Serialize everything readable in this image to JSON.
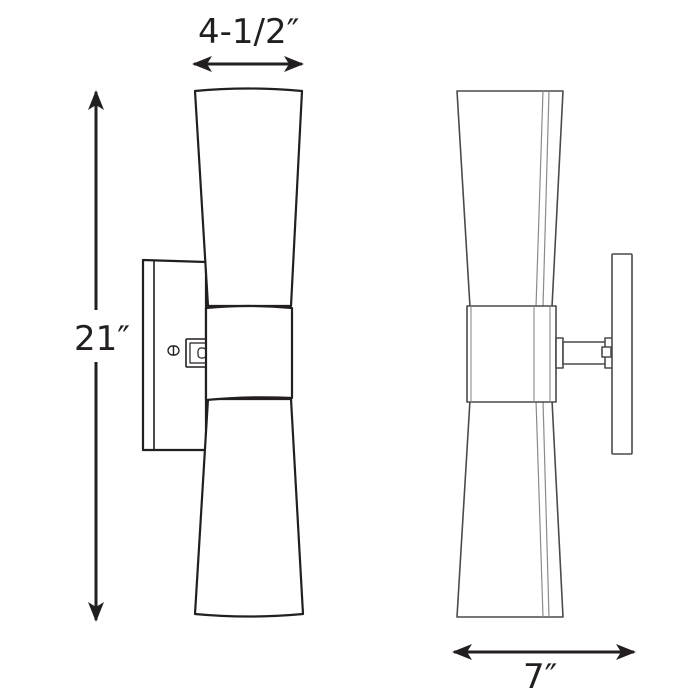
{
  "diagram": {
    "type": "product dimension drawing",
    "subject": "two-light wall sconce",
    "views": [
      {
        "name": "front-view",
        "description": "Front elevation with backplate, center band and upper/lower tapered shades"
      },
      {
        "name": "side-view",
        "description": "Side elevation with shade, center band, arm and mounting plate"
      }
    ],
    "dimensions": {
      "width": {
        "label": "4-1/2″",
        "orientation": "horizontal",
        "applies_to": "front-view"
      },
      "height": {
        "label": "21″",
        "orientation": "vertical",
        "applies_to": "front-view"
      },
      "depth": {
        "label": "7″",
        "orientation": "horizontal",
        "applies_to": "side-view"
      }
    },
    "colors": {
      "line": "#231f20",
      "thin_line": "#8a8a8a",
      "background": "#ffffff"
    }
  }
}
